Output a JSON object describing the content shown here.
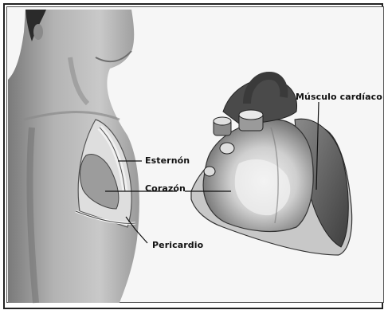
{
  "labels": {
    "musculo": "Músculo cardíaco",
    "esternon": "Esternón",
    "corazon": "Corazón",
    "pericardio": "Pericardio"
  },
  "colors": {
    "ink": "#111111",
    "skin_dark": "#6e6e6e",
    "skin_mid": "#a9a9a9",
    "skin_light": "#d9d9d9",
    "heart_light": "#e6e6e6",
    "heart_dark": "#5a5a5a"
  }
}
